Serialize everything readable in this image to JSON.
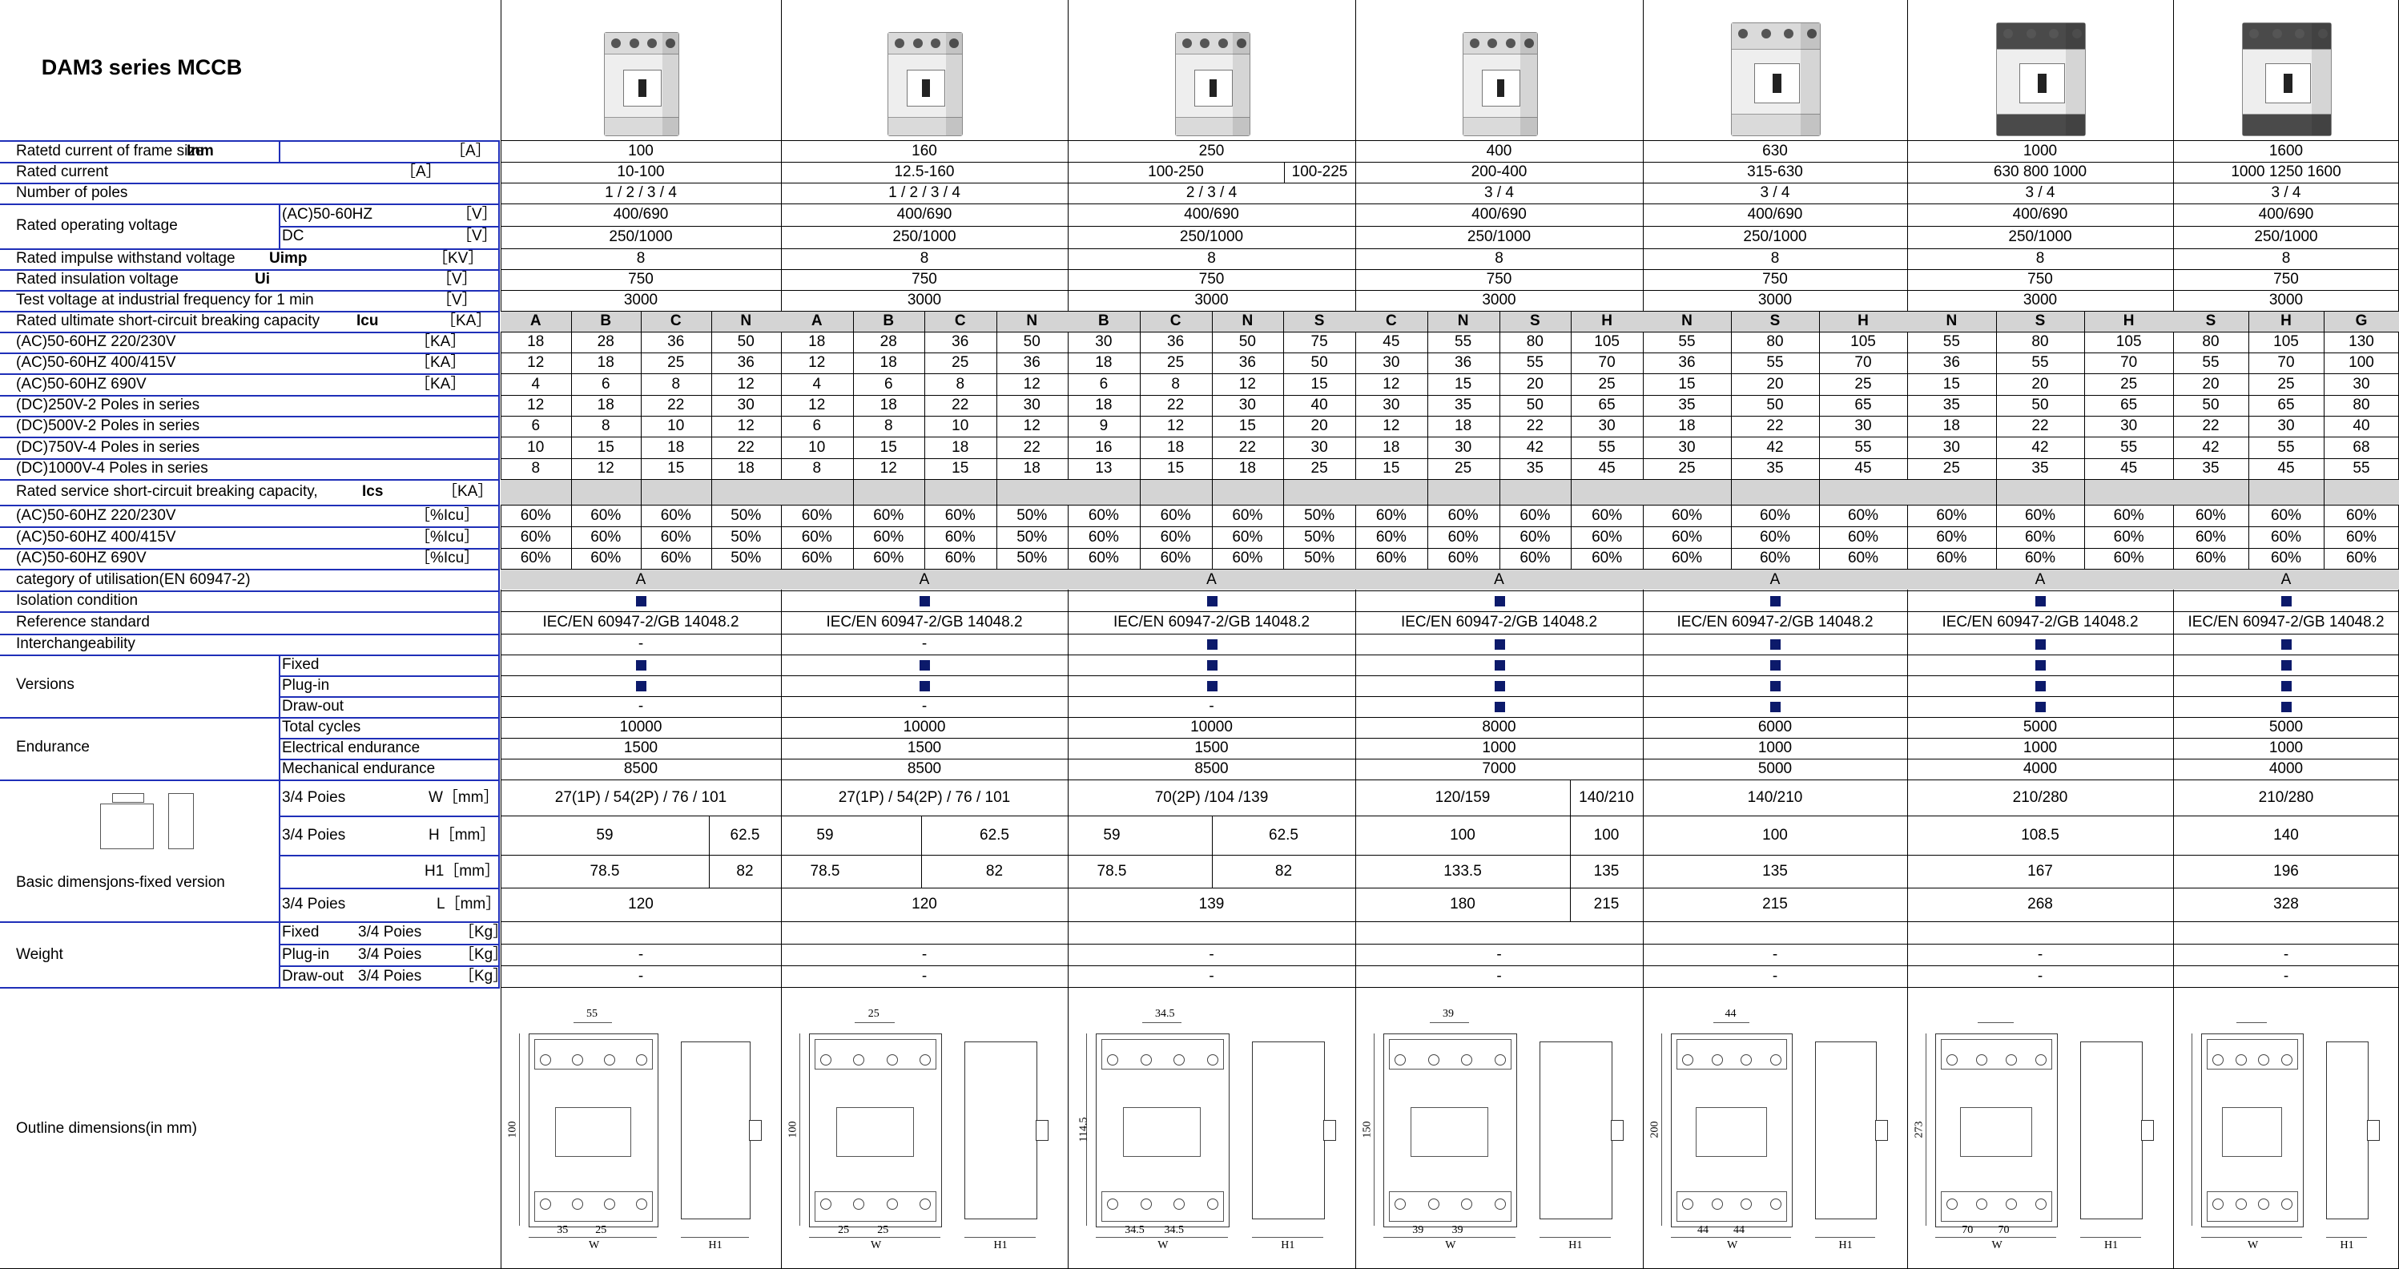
{
  "title": "DAM3 series MCCB",
  "labels": {
    "inm_a": "Ratetd current of frame size",
    "inm_b": "Inm",
    "inm_unit": "［A］",
    "rated_current": "Rated current",
    "rated_current_unit": "［A］",
    "poles": "Number of poles",
    "rov": "Rated operating voltage",
    "rov_ac": "(AC)50-60HZ",
    "rov_ac_unit": "［V］",
    "rov_dc": "DC",
    "rov_dc_unit": "［V］",
    "uimp_a": "Rated impulse withstand voltage",
    "uimp_b": "Uimp",
    "uimp_unit": "［KV］",
    "ui_a": "Rated insulation voltage",
    "ui_b": "Ui",
    "ui_unit": "［V］",
    "test": "Test voltage at industrial frequency for 1 min",
    "test_unit": "［V］",
    "icu_a": "Rated ultimate short-circuit breaking capacity",
    "icu_b": "Icu",
    "icu_unit": "［KA］",
    "ac220": "(AC)50-60HZ 220/230V",
    "ac400": "(AC)50-60HZ 400/415V",
    "ac690": "(AC)50-60HZ 690V",
    "ka": "［KA］",
    "dc250": "(DC)250V-2 Poles in series",
    "dc500": "(DC)500V-2 Poles in series",
    "dc750": "(DC)750V-4 Poles in series",
    "dc1000": "(DC)1000V-4 Poles in series",
    "ics_a": "Rated service short-circuit breaking capacity,",
    "ics_b": "Ics",
    "ics_unit": "［KA］",
    "pcu": "［%Icu］",
    "cat": "category of utilisation(EN 60947-2)",
    "iso": "Isolation condition",
    "ref": "Reference standard",
    "inter": "Interchangeability",
    "versions": "Versions",
    "fixed": "Fixed",
    "plugin": "Plug-in",
    "drawout": "Draw-out",
    "endurance": "Endurance",
    "total": "Total cycles",
    "elec": "Electrical endurance",
    "mech": "Mechanical endurance",
    "basic": "Basic dimensjons-fixed version",
    "dim_34": "3/4 Poies",
    "dim_w": "W［mm］",
    "dim_h": "H［mm］",
    "dim_h1": "H1［mm］",
    "dim_l": "L［mm］",
    "weight": "Weight",
    "w_fixed": "Fixed",
    "w_plugin": "Plug-in",
    "w_drawout": "Draw-out",
    "w_34": "3/4 Poies",
    "kg": "［Kg］",
    "outline": "Outline dimensions(in mm)"
  },
  "frames": [
    {
      "inm": "100",
      "rated": "10-100",
      "poles": "1 / 2 / 3 / 4",
      "ac": "400/690",
      "dc": "250/1000",
      "uimp": "8",
      "ui": "750",
      "test": "3000",
      "cats": [
        "A",
        "B",
        "C",
        "N"
      ],
      "ac220": [
        "18",
        "28",
        "36",
        "50"
      ],
      "ac400": [
        "12",
        "18",
        "25",
        "36"
      ],
      "ac690": [
        "4",
        "6",
        "8",
        "12"
      ],
      "dc250": [
        "12",
        "18",
        "22",
        "30"
      ],
      "dc500": [
        "6",
        "8",
        "10",
        "12"
      ],
      "dc750": [
        "10",
        "15",
        "18",
        "22"
      ],
      "dc1000": [
        "8",
        "12",
        "15",
        "18"
      ],
      "ics220": [
        "60%",
        "60%",
        "60%",
        "50%"
      ],
      "ics400": [
        "60%",
        "60%",
        "60%",
        "50%"
      ],
      "ics690": [
        "60%",
        "60%",
        "60%",
        "50%"
      ],
      "category": "A",
      "std": "IEC/EN 60947-2/GB 14048.2",
      "inter": "-",
      "v_fixed": "■",
      "v_plug": "■",
      "v_draw": "-",
      "total": "10000",
      "elec": "1500",
      "mech": "8500",
      "w": "27(1P) / 54(2P) / 76 / 101",
      "h": [
        "59",
        "62.5"
      ],
      "h1": [
        "78.5",
        "82"
      ],
      "l": "120",
      "wt": [
        "",
        "-",
        "-"
      ]
    },
    {
      "inm": "160",
      "rated": "12.5-160",
      "poles": "1 / 2 / 3 / 4",
      "ac": "400/690",
      "dc": "250/1000",
      "uimp": "8",
      "ui": "750",
      "test": "3000",
      "cats": [
        "A",
        "B",
        "C",
        "N"
      ],
      "ac220": [
        "18",
        "28",
        "36",
        "50"
      ],
      "ac400": [
        "12",
        "18",
        "25",
        "36"
      ],
      "ac690": [
        "4",
        "6",
        "8",
        "12"
      ],
      "dc250": [
        "12",
        "18",
        "22",
        "30"
      ],
      "dc500": [
        "6",
        "8",
        "10",
        "12"
      ],
      "dc750": [
        "10",
        "15",
        "18",
        "22"
      ],
      "dc1000": [
        "8",
        "12",
        "15",
        "18"
      ],
      "ics220": [
        "60%",
        "60%",
        "60%",
        "50%"
      ],
      "ics400": [
        "60%",
        "60%",
        "60%",
        "50%"
      ],
      "ics690": [
        "60%",
        "60%",
        "60%",
        "50%"
      ],
      "category": "A",
      "std": "IEC/EN 60947-2/GB 14048.2",
      "inter": "-",
      "v_fixed": "■",
      "v_plug": "■",
      "v_draw": "-",
      "total": "10000",
      "elec": "1500",
      "mech": "8500",
      "w": "27(1P) / 54(2P) / 76 / 101",
      "h": [
        "59",
        "62.5"
      ],
      "h1": [
        "78.5",
        "82"
      ],
      "l": "120",
      "wt": [
        "",
        "-",
        "-"
      ]
    },
    {
      "inm": "250",
      "rated": "100-250",
      "rated2": "100-225",
      "poles": "2 / 3 / 4",
      "ac": "400/690",
      "dc": "250/1000",
      "uimp": "8",
      "ui": "750",
      "test": "3000",
      "cats": [
        "B",
        "C",
        "N",
        "S"
      ],
      "ac220": [
        "30",
        "36",
        "50",
        "75"
      ],
      "ac400": [
        "18",
        "25",
        "36",
        "50"
      ],
      "ac690": [
        "6",
        "8",
        "12",
        "15"
      ],
      "dc250": [
        "18",
        "22",
        "30",
        "40"
      ],
      "dc500": [
        "9",
        "12",
        "15",
        "20"
      ],
      "dc750": [
        "16",
        "18",
        "22",
        "30"
      ],
      "dc1000": [
        "13",
        "15",
        "18",
        "25"
      ],
      "ics220": [
        "60%",
        "60%",
        "60%",
        "50%"
      ],
      "ics400": [
        "60%",
        "60%",
        "60%",
        "50%"
      ],
      "ics690": [
        "60%",
        "60%",
        "60%",
        "50%"
      ],
      "category": "A",
      "std": "IEC/EN 60947-2/GB 14048.2",
      "inter": "■",
      "v_fixed": "■",
      "v_plug": "■",
      "v_draw": "-",
      "total": "10000",
      "elec": "1500",
      "mech": "8500",
      "w": "70(2P) /104 /139",
      "h": [
        "59",
        "62.5"
      ],
      "h1": [
        "78.5",
        "82"
      ],
      "l": "139",
      "wt": [
        "",
        "-",
        "-"
      ]
    },
    {
      "inm": "400",
      "rated": "200-400",
      "poles": "3 / 4",
      "ac": "400/690",
      "dc": "250/1000",
      "uimp": "8",
      "ui": "750",
      "test": "3000",
      "cats": [
        "C",
        "N",
        "S",
        "H"
      ],
      "ac220": [
        "45",
        "55",
        "80",
        "105"
      ],
      "ac400": [
        "30",
        "36",
        "55",
        "70"
      ],
      "ac690": [
        "12",
        "15",
        "20",
        "25"
      ],
      "dc250": [
        "30",
        "35",
        "50",
        "65"
      ],
      "dc500": [
        "12",
        "18",
        "22",
        "30"
      ],
      "dc750": [
        "18",
        "30",
        "42",
        "55"
      ],
      "dc1000": [
        "15",
        "25",
        "35",
        "45"
      ],
      "ics220": [
        "60%",
        "60%",
        "60%",
        "60%"
      ],
      "ics400": [
        "60%",
        "60%",
        "60%",
        "60%"
      ],
      "ics690": [
        "60%",
        "60%",
        "60%",
        "60%"
      ],
      "category": "A",
      "std": "IEC/EN 60947-2/GB 14048.2",
      "inter": "■",
      "v_fixed": "■",
      "v_plug": "■",
      "v_draw": "■",
      "total": "8000",
      "elec": "1000",
      "mech": "7000",
      "w": "120/159",
      "w2": "140/210",
      "h": [
        "100",
        "100"
      ],
      "h1": [
        "133.5",
        "135"
      ],
      "l": "180",
      "l2": "215",
      "wt": [
        "",
        "-",
        "-"
      ]
    },
    {
      "inm": "630",
      "rated": "315-630",
      "poles": "3 / 4",
      "ac": "400/690",
      "dc": "250/1000",
      "uimp": "8",
      "ui": "750",
      "test": "3000",
      "cats": [
        "N",
        "S",
        "H"
      ],
      "ac220": [
        "55",
        "80",
        "105"
      ],
      "ac400": [
        "36",
        "55",
        "70"
      ],
      "ac690": [
        "15",
        "20",
        "25"
      ],
      "dc250": [
        "35",
        "50",
        "65"
      ],
      "dc500": [
        "18",
        "22",
        "30"
      ],
      "dc750": [
        "30",
        "42",
        "55"
      ],
      "dc1000": [
        "25",
        "35",
        "45"
      ],
      "ics220": [
        "60%",
        "60%",
        "60%"
      ],
      "ics400": [
        "60%",
        "60%",
        "60%"
      ],
      "ics690": [
        "60%",
        "60%",
        "60%"
      ],
      "category": "A",
      "std": "IEC/EN 60947-2/GB 14048.2",
      "inter": "■",
      "v_fixed": "■",
      "v_plug": "■",
      "v_draw": "■",
      "total": "6000",
      "elec": "1000",
      "mech": "5000",
      "w": "140/210",
      "h": [
        "100"
      ],
      "h1": [
        "135"
      ],
      "l": "215",
      "wt": [
        "",
        "-",
        "-"
      ]
    },
    {
      "inm": "1000",
      "rated": "630  800  1000",
      "poles": "3 / 4",
      "ac": "400/690",
      "dc": "250/1000",
      "uimp": "8",
      "ui": "750",
      "test": "3000",
      "cats": [
        "N",
        "S",
        "H"
      ],
      "ac220": [
        "55",
        "80",
        "105"
      ],
      "ac400": [
        "36",
        "55",
        "70"
      ],
      "ac690": [
        "15",
        "20",
        "25"
      ],
      "dc250": [
        "35",
        "50",
        "65"
      ],
      "dc500": [
        "18",
        "22",
        "30"
      ],
      "dc750": [
        "30",
        "42",
        "55"
      ],
      "dc1000": [
        "25",
        "35",
        "45"
      ],
      "ics220": [
        "60%",
        "60%",
        "60%"
      ],
      "ics400": [
        "60%",
        "60%",
        "60%"
      ],
      "ics690": [
        "60%",
        "60%",
        "60%"
      ],
      "category": "A",
      "std": "IEC/EN 60947-2/GB 14048.2",
      "inter": "■",
      "v_fixed": "■",
      "v_plug": "■",
      "v_draw": "■",
      "total": "5000",
      "elec": "1000",
      "mech": "4000",
      "w": "210/280",
      "h": [
        "108.5"
      ],
      "h1": [
        "167"
      ],
      "l": "268",
      "wt": [
        "",
        "-",
        "-"
      ]
    },
    {
      "inm": "1600",
      "rated": "1000 1250 1600",
      "poles": "3 / 4",
      "ac": "400/690",
      "dc": "250/1000",
      "uimp": "8",
      "ui": "750",
      "test": "3000",
      "cats": [
        "S",
        "H",
        "G"
      ],
      "ac220": [
        "80",
        "105",
        "130"
      ],
      "ac400": [
        "55",
        "70",
        "100"
      ],
      "ac690": [
        "20",
        "25",
        "30"
      ],
      "dc250": [
        "50",
        "65",
        "80"
      ],
      "dc500": [
        "22",
        "30",
        "40"
      ],
      "dc750": [
        "42",
        "55",
        "68"
      ],
      "dc1000": [
        "35",
        "45",
        "55"
      ],
      "ics220": [
        "60%",
        "60%",
        "60%"
      ],
      "ics400": [
        "60%",
        "60%",
        "60%"
      ],
      "ics690": [
        "60%",
        "60%",
        "60%"
      ],
      "category": "A",
      "std": "IEC/EN 60947-2/GB 14048.2",
      "inter": "■",
      "v_fixed": "■",
      "v_plug": "■",
      "v_draw": "■",
      "total": "5000",
      "elec": "1000",
      "mech": "4000",
      "w": "210/280",
      "h": [
        "140"
      ],
      "h1": [
        "196"
      ],
      "l": "328",
      "wt": [
        "",
        "-",
        "-"
      ]
    }
  ],
  "drawings": [
    {
      "top": "55",
      "bot": [
        "35",
        "25"
      ],
      "side": "100",
      "foot": [
        "W",
        "H1"
      ]
    },
    {
      "top": "25",
      "bot": [
        "25",
        "25"
      ],
      "side": "100",
      "foot": [
        "W",
        "H1"
      ]
    },
    {
      "top": "34.5",
      "bot": [
        "34.5",
        "34.5"
      ],
      "side": "114.5",
      "foot": [
        "W",
        "H1"
      ]
    },
    {
      "top": "39",
      "bot": [
        "39",
        "39"
      ],
      "side": "150",
      "foot": [
        "W",
        "H1"
      ]
    },
    {
      "top": "44",
      "bot": [
        "44",
        "44"
      ],
      "side": "200",
      "foot": [
        "W",
        "H1"
      ]
    },
    {
      "top": "",
      "bot": [
        "70",
        "70"
      ],
      "side": "273",
      "foot": [
        "W",
        "H1"
      ]
    },
    {
      "top": "",
      "bot": [
        "",
        "",
        ""
      ],
      "side": "",
      "foot": [
        "W",
        "H1"
      ]
    }
  ],
  "colors": {
    "blue_line": "#1f2fb8",
    "grey_band": "#d4d4d4",
    "marker": "#0c1a6b"
  }
}
